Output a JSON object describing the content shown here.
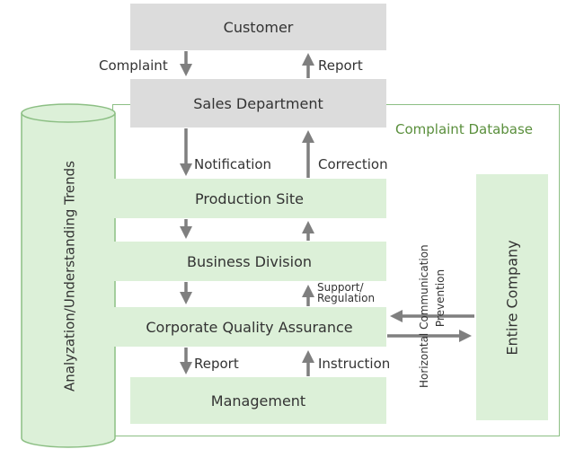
{
  "diagram": {
    "boxes": {
      "customer": "Customer",
      "sales": "Sales Department",
      "production": "Production Site",
      "business": "Business Division",
      "cqa": "Corporate Quality Assurance",
      "management": "Management",
      "entire_company": "Entire Company"
    },
    "cylinder_label": "Analyzation/Understanding Trends",
    "database_label": "Complaint Database",
    "arrow_labels": {
      "complaint": "Complaint",
      "report_top": "Report",
      "notification": "Notification",
      "correction": "Correction",
      "support_line1": "Support/",
      "support_line2": "Regulation",
      "report_bottom": "Report",
      "instruction": "Instruction",
      "horizontal_line1": "Horizontal Communication",
      "horizontal_line2": "Prevention"
    },
    "colors": {
      "gray_box": "#dcdcdc",
      "green_box": "#dcf0d8",
      "frame": "#8cbf84",
      "arrow": "#7f7f7f",
      "database_title": "#5a8f3c"
    }
  }
}
